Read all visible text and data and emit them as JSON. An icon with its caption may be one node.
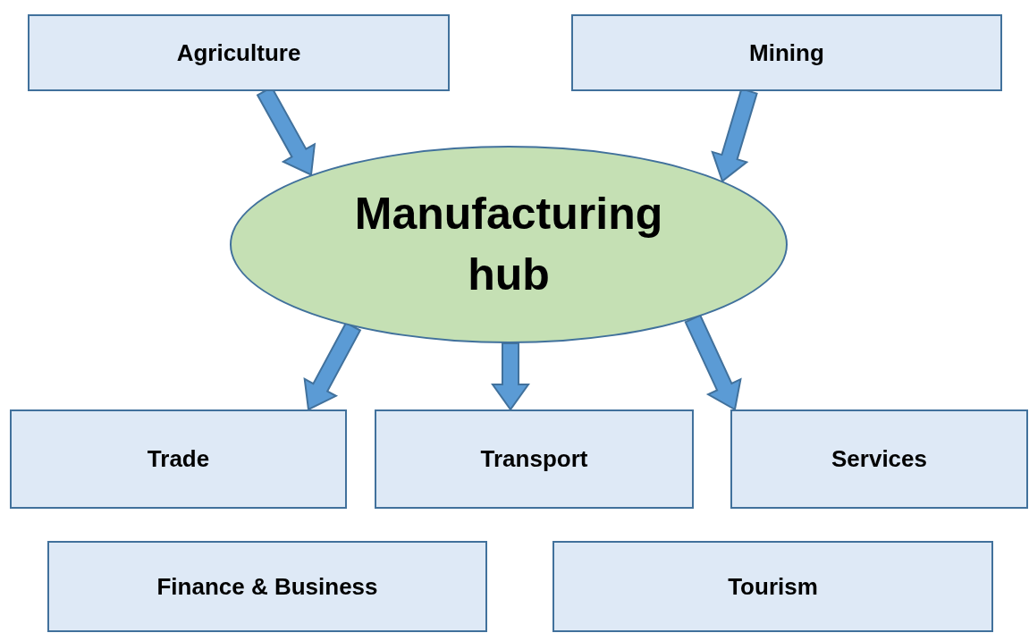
{
  "diagram": {
    "nodes": [
      {
        "text": [
          "Agriculture"
        ]
      },
      {
        "text": [
          "Mining"
        ]
      },
      {
        "text": [
          "Manufacturing hub"
        ]
      },
      {
        "text": [
          "Trade"
        ]
      },
      {
        "text": [
          "Transport"
        ]
      },
      {
        "text": [
          "Services"
        ]
      },
      {
        "text": [
          "Finance & Business"
        ]
      },
      {
        "text": [
          "Tourism"
        ]
      }
    ],
    "edges": [
      {
        "from": 0,
        "to": 2,
        "arrow": "to"
      },
      {
        "from": 1,
        "to": 2,
        "arrow": "to"
      },
      {
        "from": 2,
        "to": 3,
        "arrow": "to"
      },
      {
        "from": 2,
        "to": 4,
        "arrow": "to"
      },
      {
        "from": 2,
        "to": 5,
        "arrow": "to"
      }
    ]
  }
}
